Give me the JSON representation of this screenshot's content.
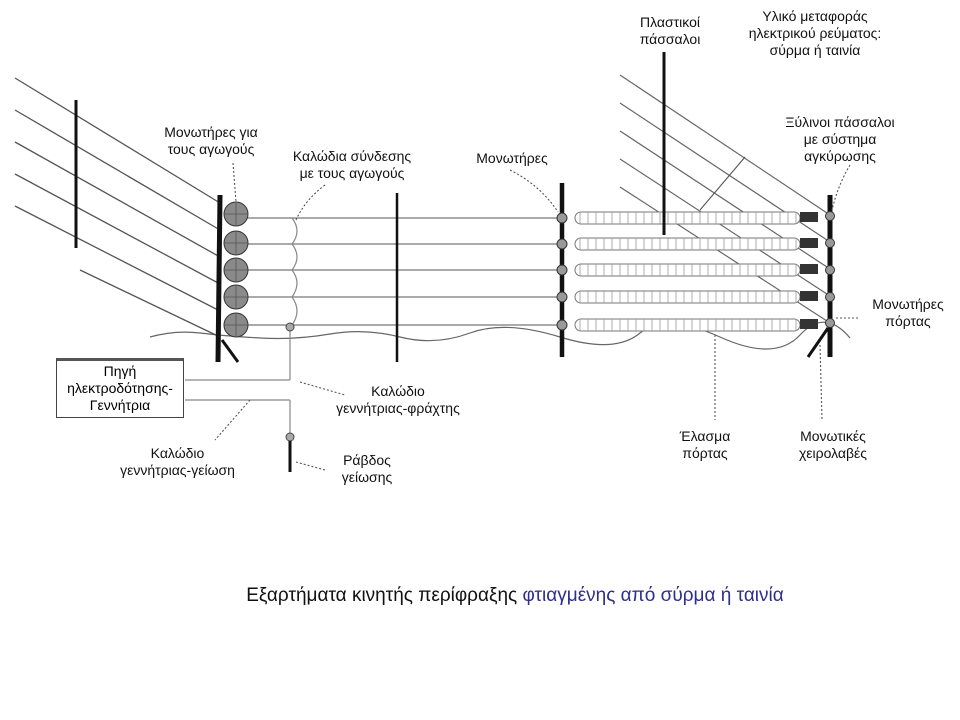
{
  "caption": {
    "main": "Εξαρτήματα κινητής περίφραξης",
    "highlight": "φτιαγμένης από σύρμα ή ταινία",
    "highlight_color": "#2e2e8c"
  },
  "labels": {
    "plastic_posts": [
      "Πλαστικοί",
      "πάσσαλοι"
    ],
    "conductor_material": [
      "Υλικό μεταφοράς",
      "ηλεκτρικού ρεύματος:",
      "σύρμα ή ταινία"
    ],
    "wooden_posts": [
      "Ξύλινοι πάσσαλοι",
      "με σύστημα",
      "αγκύρωσης"
    ],
    "conductor_insulators": [
      "Μονωτήρες για",
      "τους αγωγούς"
    ],
    "connection_cables": [
      "Καλώδια σύνδεσης",
      "με τους αγωγούς"
    ],
    "insulators": [
      "Μονωτήρες"
    ],
    "gate_insulators": [
      "Μονωτήρες",
      "πόρτας"
    ],
    "power_source": [
      "Πηγή",
      "ηλεκτροδότησης-",
      "Γεννήτρια"
    ],
    "generator_fence_cable": [
      "Καλώδιο",
      "γεννήτριας-φράχτης"
    ],
    "generator_ground_cable": [
      "Καλώδιο",
      "γεννήτριας-γείωση"
    ],
    "ground_rod": [
      "Ράβδος",
      "γείωσης"
    ],
    "gate_spring": [
      "Έλασμα",
      "πόρτας"
    ],
    "insulated_handles": [
      "Μονωτικές",
      "χειρολαβές"
    ]
  }
}
